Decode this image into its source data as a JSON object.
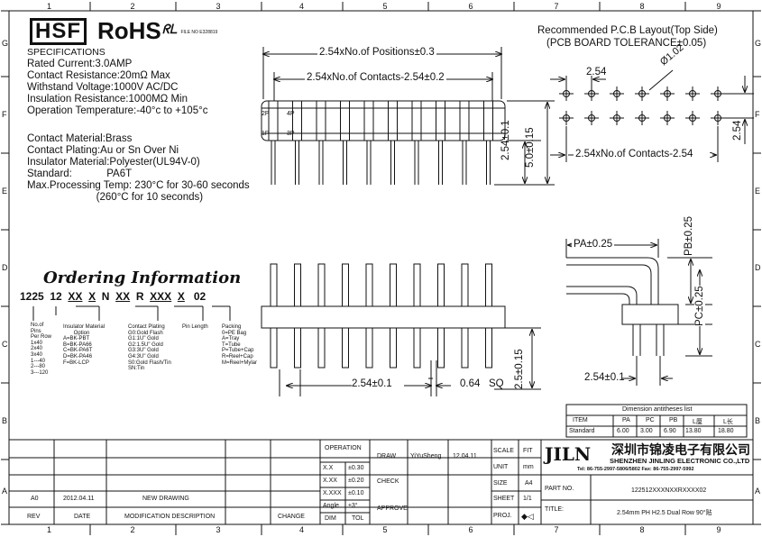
{
  "grid": {
    "cols": [
      "1",
      "2",
      "3",
      "4",
      "5",
      "6",
      "7",
      "8",
      "9"
    ],
    "rows": [
      "G",
      "F",
      "E",
      "D",
      "C",
      "B",
      "A"
    ]
  },
  "logos": {
    "hsf": "HSF",
    "rohs": "RoHS",
    "ul": "FILE NO E328819"
  },
  "specs": {
    "title": "SPECIFICATIONS",
    "lines": [
      "Rated Current:3.0AMP",
      "Contact Resistance:20mΩ Max",
      "Withstand Voltage:1000V AC/DC",
      "Insulation Resistance:1000MΩ Min",
      "Operation Temperature:-40°c to +105°c"
    ],
    "materials": [
      "Contact Material:Brass",
      "Contact Plating:Au or Sn Over Ni",
      "Insulator Material:Polyester(UL94V-0)",
      "Standard:            PA6T",
      "Max.Processing Temp: 230°C for 30-60 seconds",
      "                        (260°C for 10 seconds)"
    ]
  },
  "dims_top": {
    "positions": "2.54xNo.of Positions±0.3",
    "contacts": "2.54xNo.of Contacts-2.54±0.2",
    "pin_2p": "2P",
    "pin_4p": "4P",
    "pin_1p": "1P",
    "pin_3p": "3P",
    "v1": "2.54±0.1",
    "v2": "5.0±0.15"
  },
  "pcb": {
    "title1": "Recommended P.C.B Layout(Top Side)",
    "title2": "(PCB BOARD TOLERANCE±0.05)",
    "pitch": "2.54",
    "hole": "Ø1.02",
    "vpitch": "2.54",
    "contacts": "2.54xNo.of Contacts-2.54"
  },
  "ordering": {
    "title": "Ordering Information",
    "code": [
      "1225",
      "12",
      "XX",
      "X",
      "N",
      "XX",
      "R",
      "XXX",
      "X",
      "02"
    ],
    "pins": "No.of\nPins\nPer Row\n1x40\n2x40\n3x40\n1---40\n2---80\n3---120",
    "insulator": "Insulator Material\n       Option\nA=BK-PBT\nB=BK-PA66\nC=BK-PA6T\nD=BK-PA46\nF=BK-LCP",
    "plating": "Contact Plating\nG0:Gold Flash\nG1:1U\" Gold\nG2:1.5U\" Gold\nG3:3U\" Gold\nG4:3U\" Gold\nS0:Gold Flash/Tin\nSN:Tin",
    "pinlen": "Pin Length",
    "packing": "Packing\n0=PE Bag\nA=Tray\nT=Tube\nP=Tube+Cap\nR=Reel+Cap\nM=Reel+Mylar"
  },
  "dims_front": {
    "pitch": "2.54±0.1",
    "sq": "0.64",
    "sq_label": "SQ",
    "h": "2.5±0.15"
  },
  "dims_side": {
    "pa": "PA±0.25",
    "pb": "PB±0.25",
    "pc": "PC±0.25",
    "pitch": "2.54±0.1"
  },
  "dim_table": {
    "title": "Dimension  antitheses  list",
    "headers": [
      "ITEM",
      "PA",
      "PC",
      "PB",
      "L厘",
      "L长"
    ],
    "row": [
      "Standard",
      "6.00",
      "3.00",
      "6.90",
      "13.80",
      "18.80"
    ]
  },
  "title_block": {
    "operation": "OPERATION",
    "tol": "TOL",
    "dim": "DIM",
    "tolerances": [
      [
        "X.X",
        "±0.30"
      ],
      [
        "X.XX",
        "±0.20"
      ],
      [
        "X.XXX",
        "±0.10"
      ],
      [
        "Angle",
        "±3°"
      ]
    ],
    "draw": "DRAW",
    "drawer": "YiYuSheng",
    "date1": "12.04.11",
    "check": "CHECK",
    "approve": "APPROVE",
    "scale": "SCALE",
    "scale_v": "FIT",
    "unit": "UNIT",
    "unit_v": "mm",
    "size": "SIZE",
    "size_v": "A4",
    "sheet": "SHEET",
    "sheet_v": "1/1",
    "proj": "PROJ.",
    "company_cn": "深圳市锦凌电子有限公司",
    "company_en": "SHENZHEN JINLING ELECTRONIC CO.,LTD",
    "contact": "Tel: 86-755-2997-5806/5802   Fax: 86-755-2997-5992",
    "jiln": "JILN",
    "part_no_label": "PART NO.",
    "part_no": "122512XXXNXXRXXXX02",
    "title_label": "TITLE:",
    "title": "2.54mm PH H2.5 Dual Row 90°贴",
    "rev_row": [
      "A0",
      "2012.04.11",
      "NEW  DRAWING"
    ],
    "headers": [
      "REV",
      "DATE",
      "MODIFICATION  DESCRIPTION",
      "CHANGE"
    ]
  },
  "colors": {
    "line": "#111111"
  }
}
